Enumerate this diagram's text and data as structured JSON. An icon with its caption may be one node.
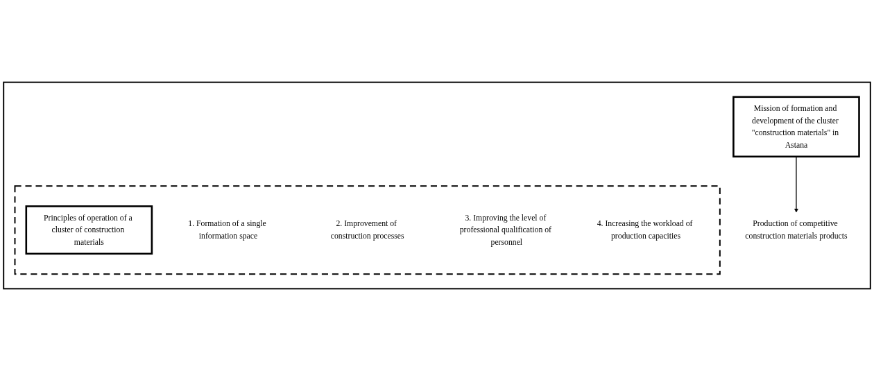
{
  "diagram": {
    "nodes": [
      {
        "text": [],
        "shape": "box"
      },
      {
        "text": [
          "Mission of formation and development of the cluster \"construction materials\" in Astana"
        ],
        "in": 0
      },
      {
        "text": [
          "Production of competitive construction materials products"
        ],
        "in": 0
      },
      {
        "text": [],
        "shape": "box",
        "in": 0
      },
      {
        "text": [
          "Principles of operation of a cluster of construction materials"
        ],
        "in": 3
      },
      {
        "text": [
          "1. Formation of a single information space"
        ],
        "in": 3
      },
      {
        "text": [
          "2. Improvement of construction processes"
        ],
        "in": 3
      },
      {
        "text": [
          "3. Improving the level of professional qualification of personnel"
        ],
        "in": 3
      },
      {
        "text": [
          "4. Increasing the workload of production capacities"
        ],
        "in": 3
      }
    ],
    "edges": [
      {
        "from": 1,
        "to": 2,
        "arrow": "to"
      }
    ]
  }
}
